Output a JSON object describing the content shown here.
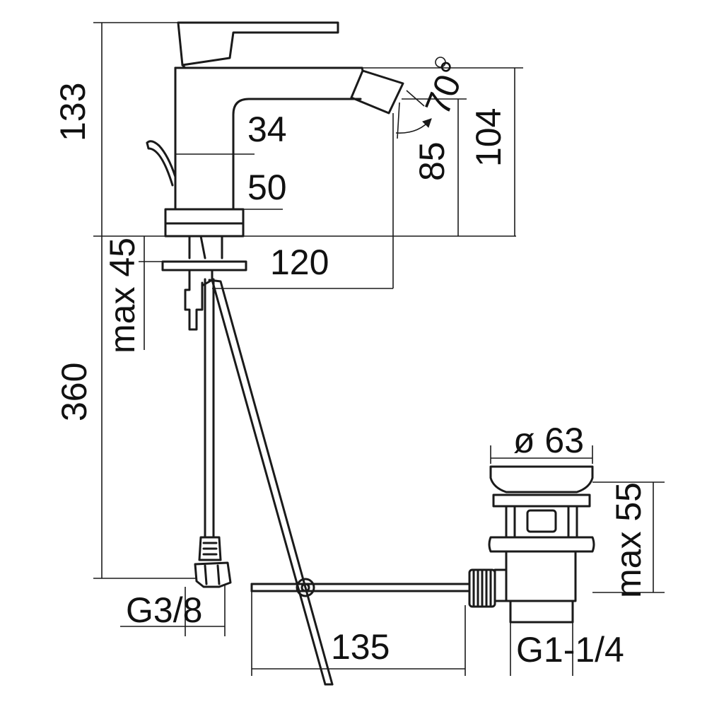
{
  "dimensions": {
    "height_total": "133",
    "spout_inner": "34",
    "spout_outer": "50",
    "outlet_height": "104",
    "spray_angle": "85",
    "swivel_angle": "70°",
    "deck_thickness": "max 45",
    "reach": "120",
    "hose_length": "360",
    "hose_connection": "G3/8",
    "rod_length": "135",
    "waste_diameter": "ø 63",
    "waste_height": "max 55",
    "waste_thread": "G1-1/4"
  },
  "colors": {
    "line": "#1a1a1a",
    "background": "#ffffff"
  }
}
